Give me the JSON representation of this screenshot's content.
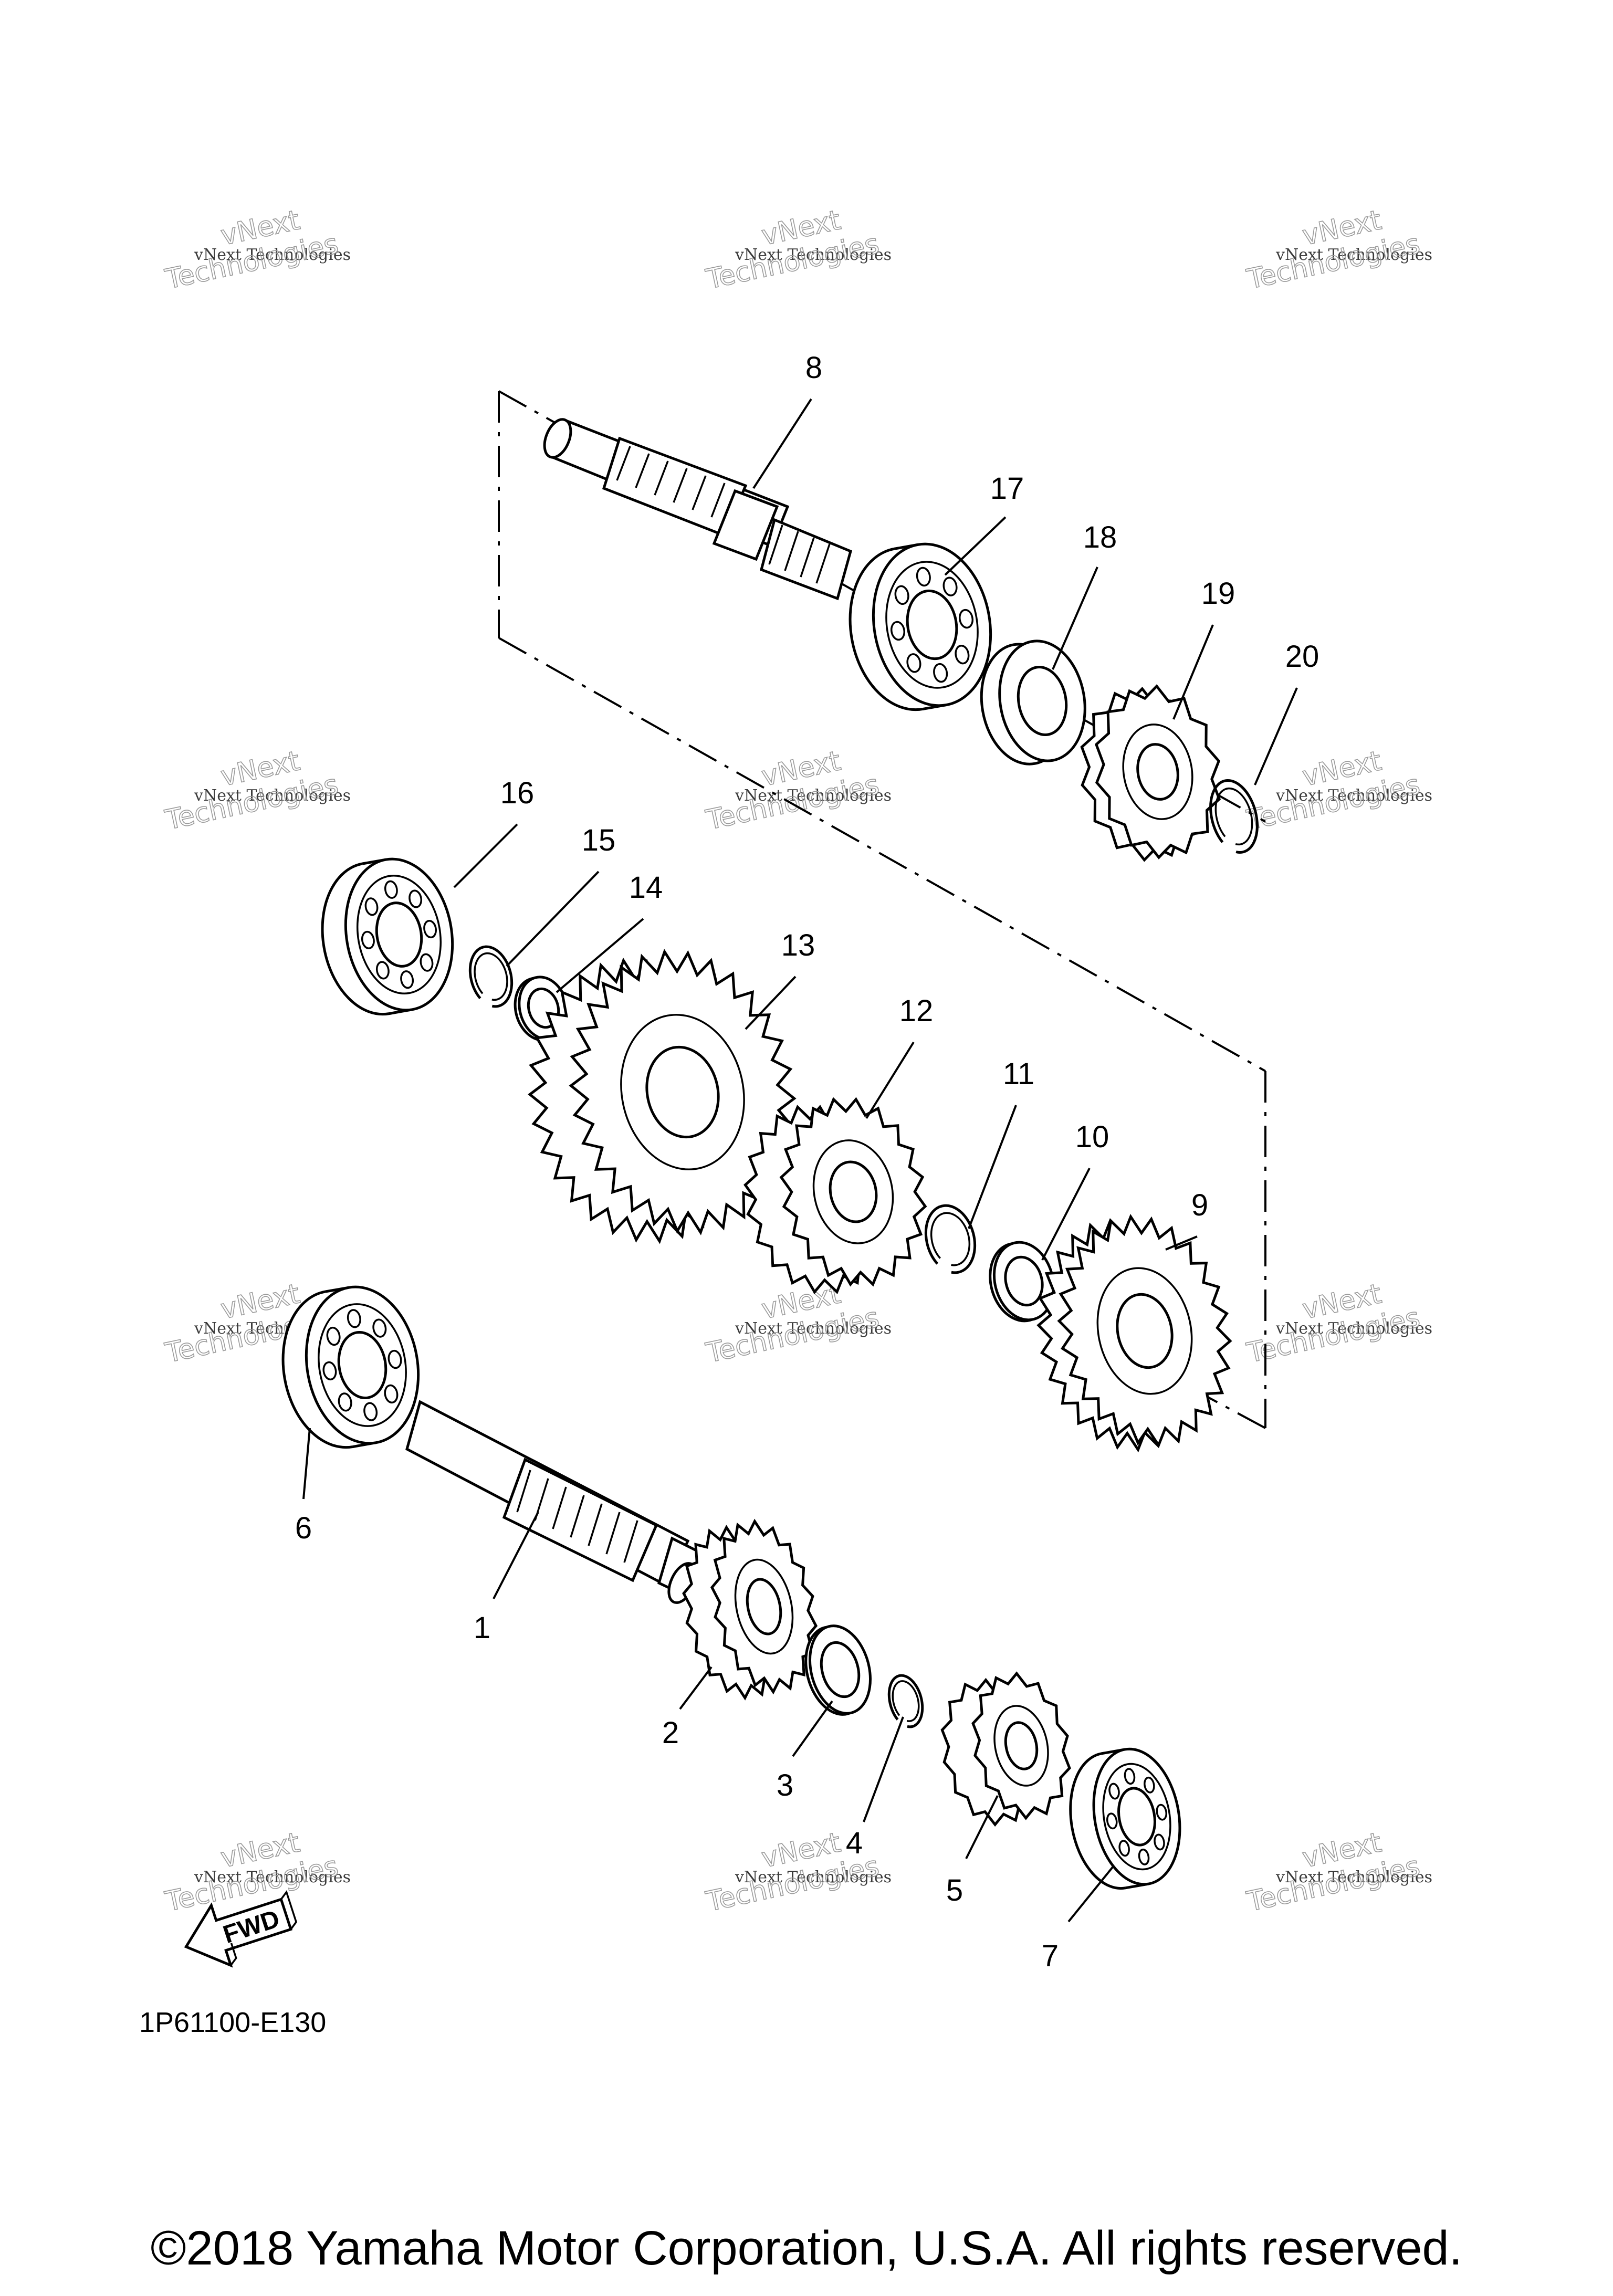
{
  "diagram_code": "1P61100-E130",
  "copyright": "©2018 Yamaha Motor Corporation, U.S.A. All rights reserved.",
  "fwd_label": "FWD",
  "watermark": {
    "line1": "vNext Technologies",
    "line2": "vNext",
    "line3": "Technologies"
  },
  "callouts": [
    "1",
    "2",
    "3",
    "4",
    "5",
    "6",
    "7",
    "8",
    "9",
    "10",
    "11",
    "12",
    "13",
    "14",
    "15",
    "16",
    "17",
    "18",
    "19",
    "20"
  ],
  "parts": [
    {
      "number": "1",
      "type": "main-axle-shaft"
    },
    {
      "number": "2",
      "type": "gear"
    },
    {
      "number": "3",
      "type": "washer"
    },
    {
      "number": "4",
      "type": "circlip"
    },
    {
      "number": "5",
      "type": "gear"
    },
    {
      "number": "6",
      "type": "bearing"
    },
    {
      "number": "7",
      "type": "bearing"
    },
    {
      "number": "8",
      "type": "drive-axle-shaft"
    },
    {
      "number": "9",
      "type": "gear"
    },
    {
      "number": "10",
      "type": "washer"
    },
    {
      "number": "11",
      "type": "circlip"
    },
    {
      "number": "12",
      "type": "gear"
    },
    {
      "number": "13",
      "type": "gear"
    },
    {
      "number": "14",
      "type": "washer"
    },
    {
      "number": "15",
      "type": "circlip"
    },
    {
      "number": "16",
      "type": "bearing"
    },
    {
      "number": "17",
      "type": "bearing"
    },
    {
      "number": "18",
      "type": "oil-seal"
    },
    {
      "number": "19",
      "type": "drive-sprocket"
    },
    {
      "number": "20",
      "type": "circlip"
    }
  ]
}
